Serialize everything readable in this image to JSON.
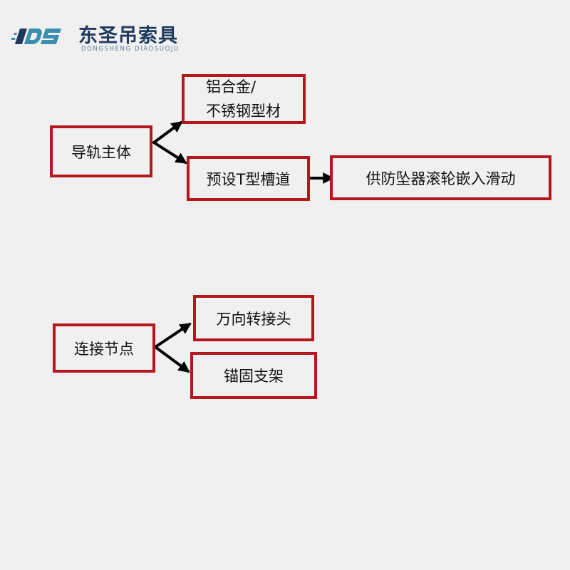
{
  "logo": {
    "name_cn": "东圣吊索具",
    "name_en": "DONGSHENG DIAOSUOJU",
    "colors": {
      "dark": "#1f3a5c",
      "light": "#5b7ea2",
      "teal": "#3a8fae"
    }
  },
  "diagram": {
    "box_border_color": "#b5181c",
    "group1": {
      "root": "导轨主体",
      "material_line1": "铝合金/",
      "material_line2": "不锈钢型材",
      "slot": "预设T型槽道",
      "slot_result": "供防坠器滚轮嵌入滑动"
    },
    "group2": {
      "root": "连接节点",
      "child1": "万向转接头",
      "child2": "锚固支架"
    }
  }
}
